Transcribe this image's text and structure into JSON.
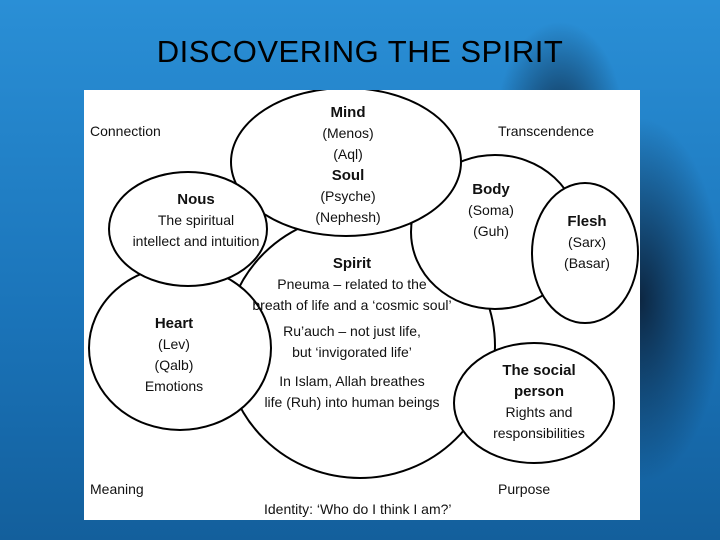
{
  "title": "DISCOVERING THE SPIRIT",
  "corners": {
    "top_left": "Connection",
    "top_right": "Transcendence",
    "bottom_left": "Meaning",
    "bottom_right": "Purpose",
    "bottom_center": "Identity: ‘Who do I think I am?’"
  },
  "mind": {
    "heading": "Mind",
    "lines": [
      "(Menos)",
      "(Aql)"
    ]
  },
  "soul": {
    "heading": "Soul",
    "lines": [
      "(Psyche)",
      "(Nephesh)"
    ]
  },
  "nous": {
    "heading": "Nous",
    "lines": [
      "The spiritual",
      "intellect and intuition"
    ]
  },
  "body": {
    "heading": "Body",
    "lines": [
      "(Soma)",
      "(Guh)"
    ]
  },
  "flesh": {
    "heading": "Flesh",
    "lines": [
      "(Sarx)",
      "(Basar)"
    ]
  },
  "heart": {
    "heading": "Heart",
    "lines": [
      "(Lev)",
      "(Qalb)",
      "Emotions"
    ]
  },
  "spirit": {
    "heading": "Spirit",
    "lines": [
      "Pneuma – related to the",
      "breath of life and a ‘cosmic soul’",
      "Ru’auch – not just life,",
      "but ‘invigorated life’",
      "In Islam, Allah breathes",
      "life (Ruh) into human beings"
    ]
  },
  "social": {
    "heading": [
      "The social",
      "person"
    ],
    "lines": [
      "Rights and",
      "responsibilities"
    ]
  }
}
